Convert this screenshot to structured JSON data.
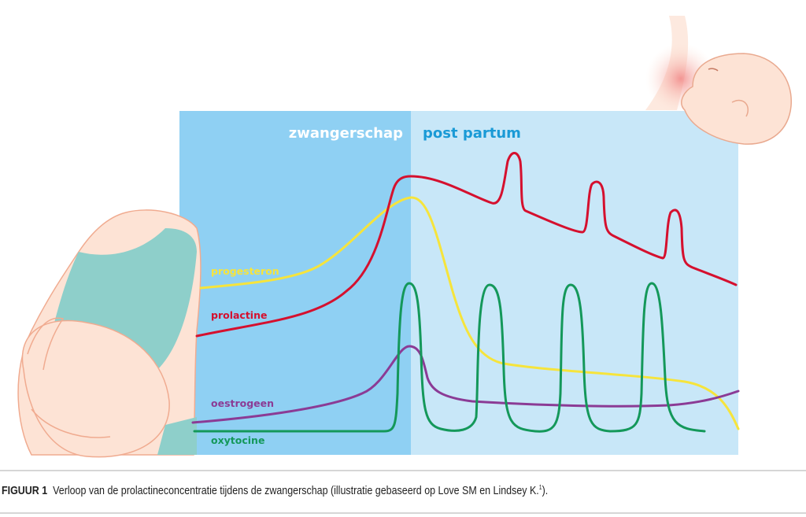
{
  "figure": {
    "phases": {
      "pregnancy": "zwangerschap",
      "postpartum": "post partum"
    },
    "curves": [
      {
        "name": "progesteron",
        "color": "#f6e43c"
      },
      {
        "name": "prolactine",
        "color": "#d5102e"
      },
      {
        "name": "oestrogeen",
        "color": "#8b3b95"
      },
      {
        "name": "oxytocine",
        "color": "#14985a"
      }
    ],
    "colors": {
      "pregnancy_bg": "#8fd0f3",
      "postpartum_bg": "#c8e7f8",
      "phase_postpartum_text": "#1a9ad6"
    }
  },
  "caption": {
    "label": "FIGUUR 1",
    "text": "Verloop van de prolactineconcentratie tijdens de zwangerschap (illustratie gebaseerd op Love SM en Lindsey K.",
    "ref": "1",
    "end": ")."
  }
}
